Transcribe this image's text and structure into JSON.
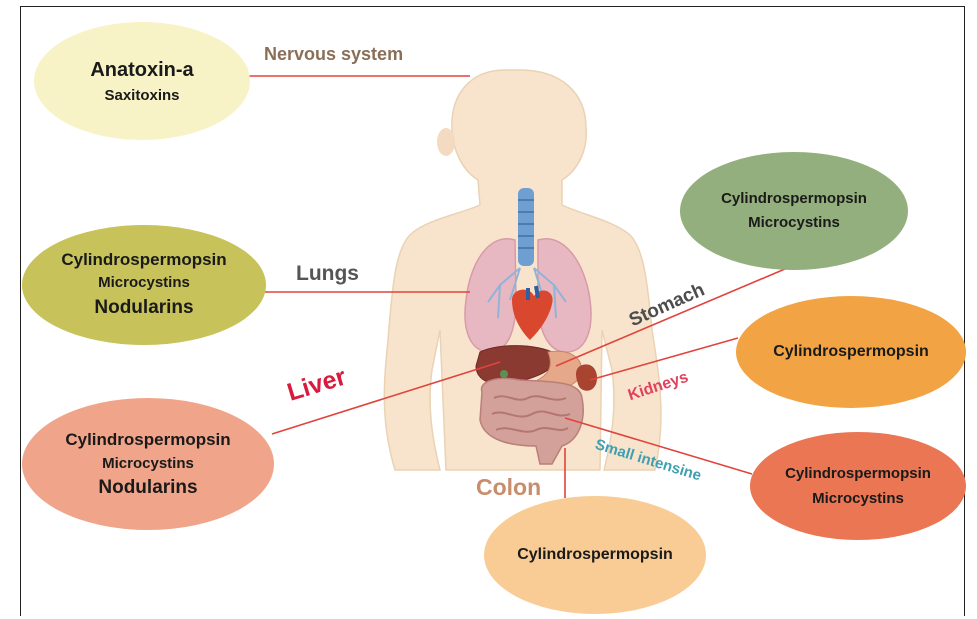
{
  "organs": {
    "nervous": "Nervous system",
    "lungs": "Lungs",
    "liver": "Liver",
    "stomach": "Stomach",
    "kidneys": "Kidneys",
    "small_intestine": "Small intensine",
    "colon": "Colon"
  },
  "toxin_groups": {
    "nervous": [
      "Anatoxin-a",
      "Saxitoxins"
    ],
    "lungs": [
      "Cylindrospermopsin",
      "Microcystins",
      "Nodularins"
    ],
    "liver": [
      "Cylindrospermopsin",
      "Microcystins",
      "Nodularins"
    ],
    "stomach": [
      "Cylindrospermopsin",
      "Microcystins"
    ],
    "kidneys": [
      "Cylindrospermopsin"
    ],
    "small_intestine": [
      "Cylindrospermopsin",
      "Microcystins"
    ],
    "colon": [
      "Cylindrospermopsin"
    ]
  },
  "colors": {
    "nervous_bubble": "#f7f3c6",
    "lungs_bubble": "#c7c25a",
    "liver_bubble": "#f0a58a",
    "stomach_bubble": "#93af7e",
    "kidneys_bubble": "#f2a444",
    "small_intestine_bubble": "#ea7654",
    "colon_bubble": "#f8cc94",
    "connector": "#e0443c",
    "nervous_text": "#8a6f58",
    "lungs_text": "#555555",
    "liver_text": "#d81b3d",
    "stomach_text": "#4d4d4d",
    "kidneys_text": "#e0425e",
    "small_intestine_text": "#3f9fb1",
    "colon_text": "#c98d6c"
  }
}
